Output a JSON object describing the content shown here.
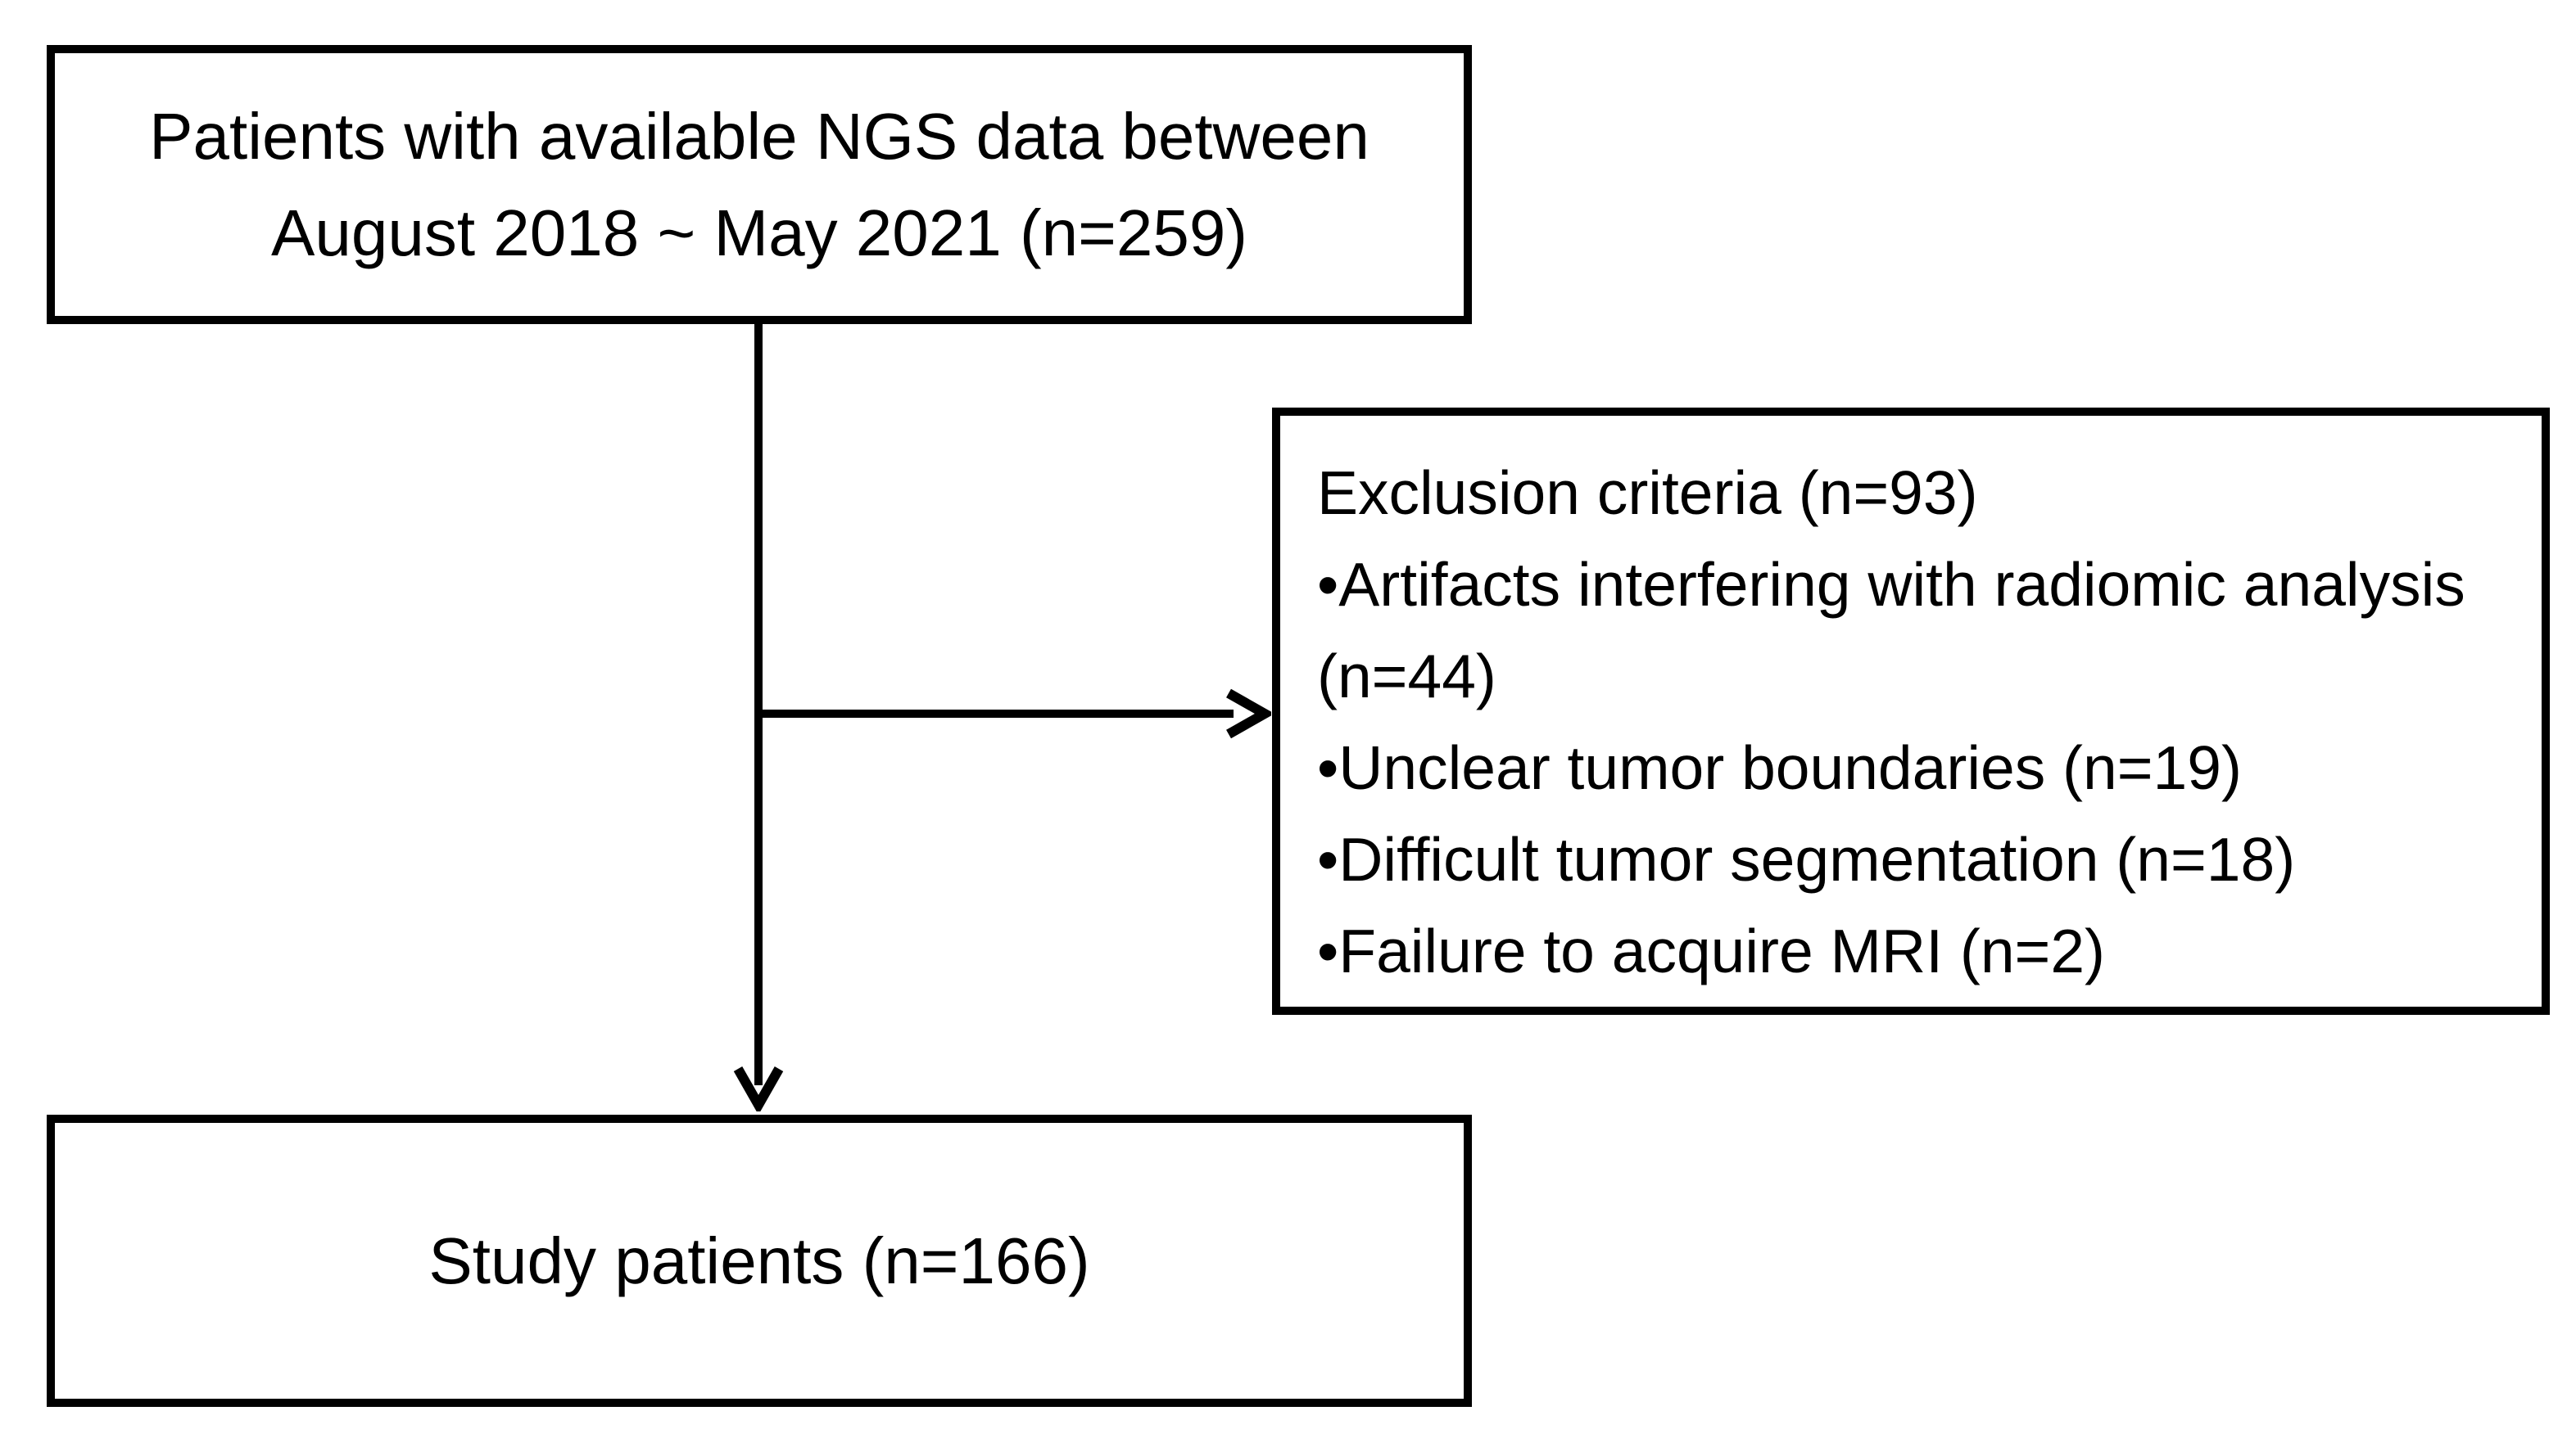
{
  "flowchart": {
    "top_box": {
      "label": "Patients with available NGS data between August 2018 ~ May 2021 (n=259)"
    },
    "exclusion_box": {
      "title": "Exclusion criteria (n=93)",
      "items": [
        "•Artifacts interfering with radiomic analysis (n=44)",
        "•Unclear tumor boundaries (n=19)",
        "•Difficult tumor segmentation (n=18)",
        "•Failure to acquire MRI (n=2)"
      ]
    },
    "bottom_box": {
      "label": "Study patients (n=166)"
    },
    "colors": {
      "line": "#000000",
      "text": "#000000",
      "background": "#ffffff"
    }
  }
}
